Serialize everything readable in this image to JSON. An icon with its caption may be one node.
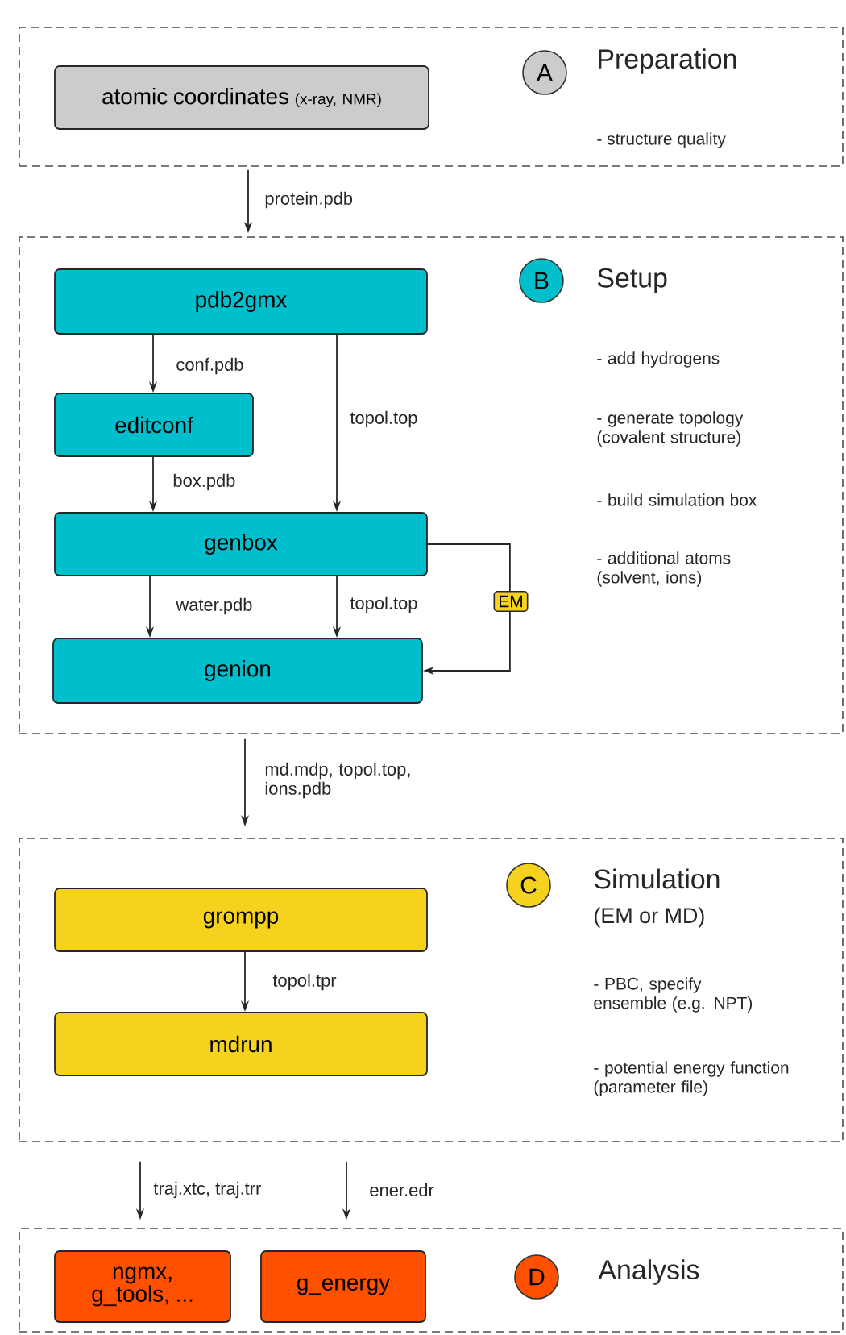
{
  "diagram": {
    "nodes": [
      {
        "text": [
          "Preparation",
          "- structure quality"
        ]
      },
      {
        "text": [
          "A"
        ],
        "in": 0
      },
      {
        "text": [
          "atomic coordinates",
          "(x-ray, NMR)"
        ],
        "in": 0
      },
      {
        "text": [
          "Setup",
          "- add hydrogens",
          "- generate topology (covalent structure)",
          "- build simulation box",
          "- additional atoms (solvent, ions)"
        ]
      },
      {
        "text": [
          "B"
        ],
        "in": 3
      },
      {
        "text": [
          "pdb2gmx"
        ],
        "in": 3
      },
      {
        "text": [
          "editconf"
        ],
        "in": 3
      },
      {
        "text": [
          "genbox"
        ],
        "in": 3
      },
      {
        "text": [
          "genion"
        ],
        "in": 3
      },
      {
        "text": [
          "Simulation",
          "(EM or MD)",
          "- PBC,  specify ensemble (e.g. NPT)",
          "- potential energy function (parameter file)"
        ]
      },
      {
        "text": [
          "C"
        ],
        "in": 9
      },
      {
        "text": [
          "grompp"
        ],
        "in": 9
      },
      {
        "text": [
          "mdrun"
        ],
        "in": 9
      },
      {
        "text": [
          "Analysis"
        ]
      },
      {
        "text": [
          "D"
        ],
        "in": 13
      },
      {
        "text": [
          "ngmx, g_tools, ..."
        ],
        "in": 13
      },
      {
        "text": [
          "g_energy"
        ],
        "in": 13
      }
    ],
    "edges": [
      {
        "from": 0,
        "to": 3,
        "arrow": "to",
        "label": "protein.pdb"
      },
      {
        "from": 5,
        "to": 6,
        "arrow": "to",
        "label": "conf.pdb"
      },
      {
        "from": 5,
        "to": 7,
        "arrow": "to",
        "label": "topol.top"
      },
      {
        "from": 6,
        "to": 7,
        "arrow": "to",
        "label": "box.pdb"
      },
      {
        "from": 7,
        "to": 8,
        "arrow": "to",
        "label": "water.pdb"
      },
      {
        "from": 7,
        "to": 8,
        "arrow": "to",
        "label": "topol.top"
      },
      {
        "from": 7,
        "to": 8,
        "arrow": "to",
        "label": "EM"
      },
      {
        "from": 3,
        "to": 9,
        "arrow": "to",
        "label": "md.mdp, topol.top, ions.pdb"
      },
      {
        "from": 11,
        "to": 12,
        "arrow": "to",
        "label": "topol.tpr"
      },
      {
        "from": 9,
        "to": 13,
        "arrow": "to",
        "label": "traj.xtc, traj.trr"
      },
      {
        "from": 9,
        "to": 13,
        "arrow": "to",
        "label": "ener.edr"
      }
    ]
  }
}
